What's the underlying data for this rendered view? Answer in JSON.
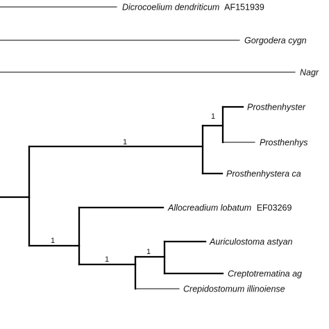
{
  "colors": {
    "branch": "#000000",
    "text": "#111111",
    "background": "#ffffff"
  },
  "tree": {
    "taxa": [
      {
        "species": "Dicrocoelium dendriticum",
        "accession": "AF151939"
      },
      {
        "species": "Gorgodera cygn",
        "accession": ""
      },
      {
        "species": "Nagr",
        "accession": ""
      },
      {
        "species": "Prosthenhyster",
        "accession": ""
      },
      {
        "species": "Prosthenhys",
        "accession": ""
      },
      {
        "species": "Prosthenhystera ca",
        "accession": ""
      },
      {
        "species": "Allocreadium lobatum",
        "accession": "EF03269"
      },
      {
        "species": "Auriculostoma astyan",
        "accession": ""
      },
      {
        "species": "Creptotrematina ag",
        "accession": ""
      },
      {
        "species": "Crepidostomum illinoiense",
        "accession": ""
      }
    ],
    "support_values": [
      "1",
      "1",
      "1",
      "1",
      "1"
    ]
  }
}
